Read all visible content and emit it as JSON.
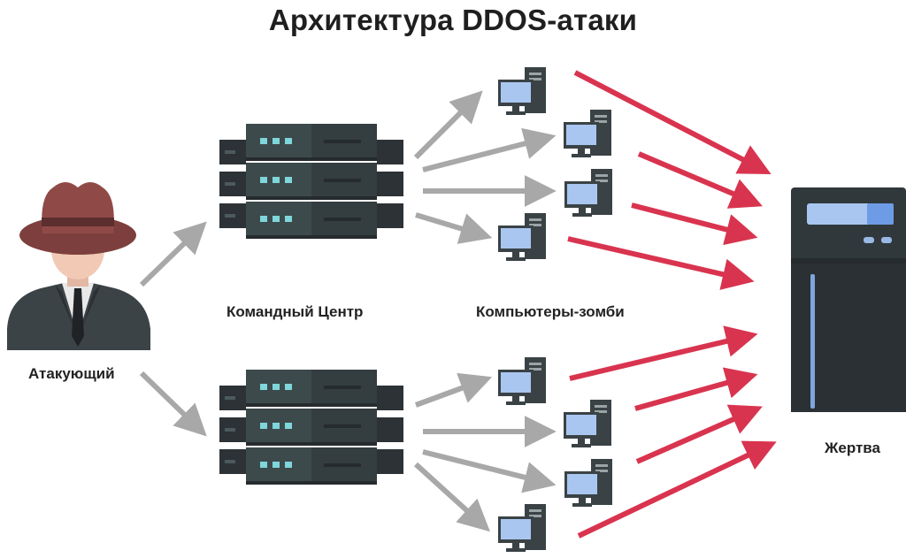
{
  "title": "Архитектура DDOS-атаки",
  "labels": {
    "attacker": "Атакующий",
    "command_center": "Командный Центр",
    "zombies": "Компьютеры-зомби",
    "victim": "Жертва"
  },
  "colors": {
    "gray_arrow": "#a8a8a8",
    "red_arrow": "#d9344f",
    "server_dark": "#2c3236",
    "server_face": "#3d4a4c",
    "server_leds": "#7fd6db",
    "monitor_screen": "#a9c6f0",
    "hat": "#8f4a48",
    "victim_body": "#30383b",
    "victim_screen": "#a9c6f0"
  }
}
